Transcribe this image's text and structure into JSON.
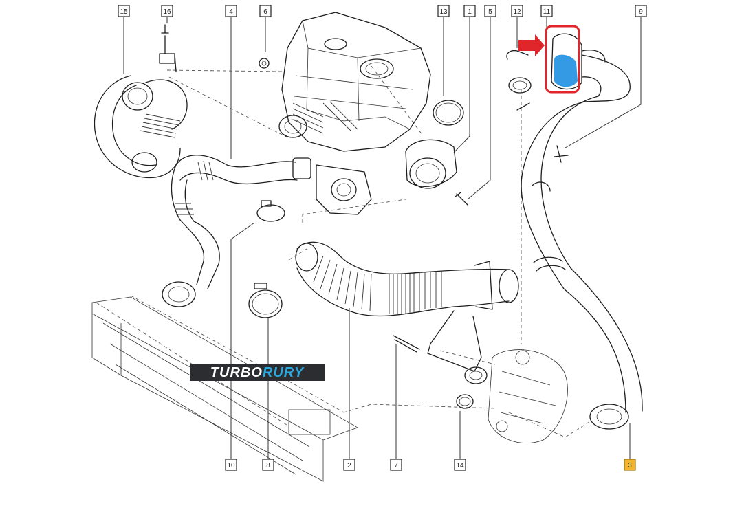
{
  "diagram": {
    "callouts": {
      "c15": "15",
      "c16": "16",
      "c4": "4",
      "c6": "6",
      "c13": "13",
      "c1": "1",
      "c5": "5",
      "c12": "12",
      "c11": "11",
      "c9": "9",
      "c10": "10",
      "c8": "8",
      "c2": "2",
      "c7": "7",
      "c14": "14",
      "c3": "3"
    },
    "highlighted_part": "3",
    "highlight_color": "#f2b431",
    "marker_color": "#e0262b",
    "fill_marker_color": "#1e8fe0",
    "watermark": {
      "text_white": "TURBO",
      "text_blue": "RURY",
      "blue_color": "#2aa8e0",
      "bg_color": "#2b2d31"
    }
  }
}
